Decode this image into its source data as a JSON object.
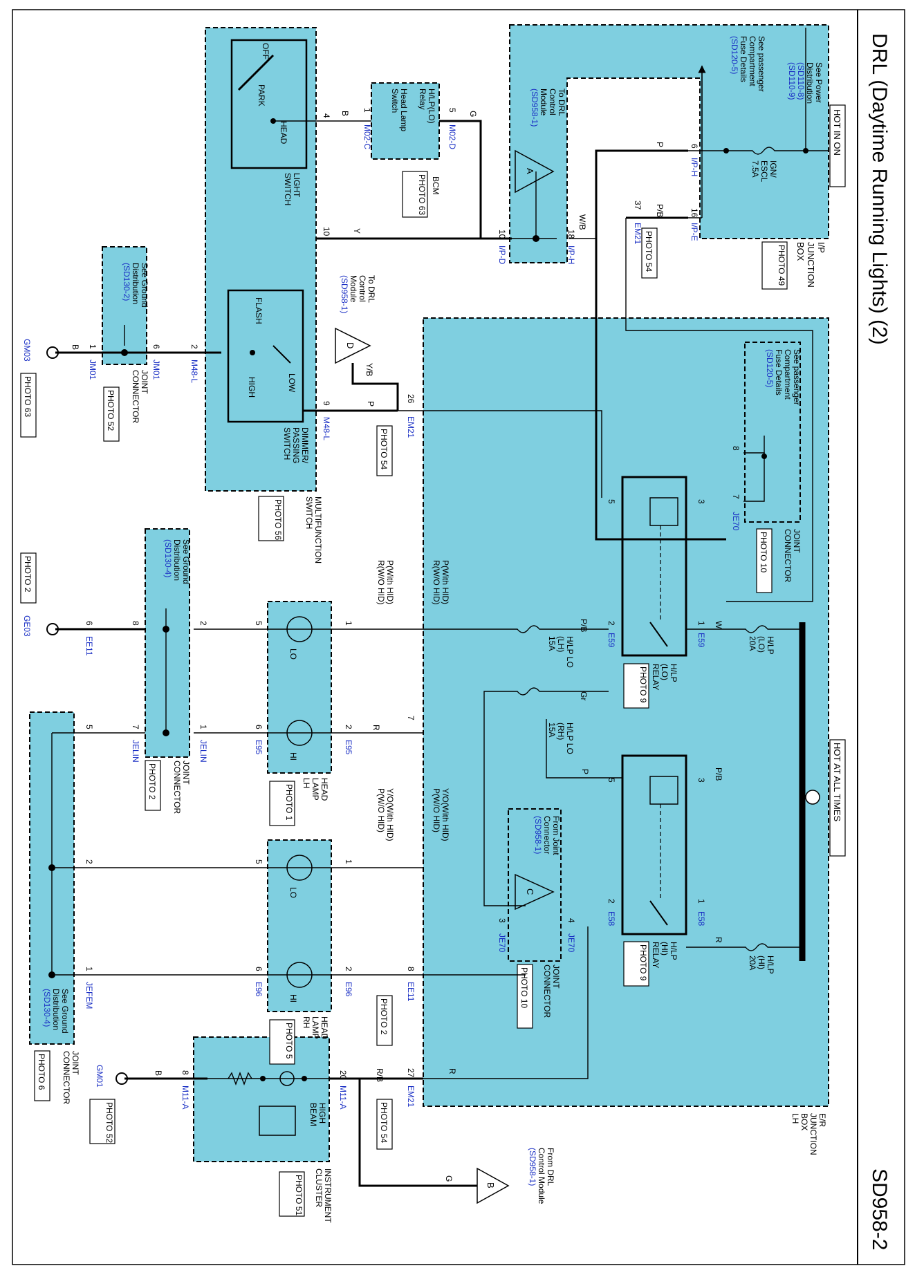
{
  "header": {
    "title": "DRL (Daytime Running Lights) (2)",
    "code": "SD958-2"
  },
  "power": {
    "hot_in_on": "HOT IN ON",
    "hot_at_all_times": "HOT AT ALL TIMES"
  },
  "ip_junction_box": {
    "title_lines": [
      "I/P",
      "JUNCTION",
      "BOX"
    ],
    "photo": "PHOTO 49",
    "power_ref_lines": [
      "See Power",
      "Distribution"
    ],
    "power_refs": [
      "(SD110-8)",
      "(SD110-9)"
    ],
    "fuse_ref_lines": [
      "See passenger",
      "Compartment",
      "Fuse Details"
    ],
    "fuse_ref": "(SD120-5)",
    "fuse_lines": [
      "IGN/",
      "ESCL",
      "7.5A"
    ],
    "pins": [
      "6",
      "16"
    ],
    "connectors": [
      "I/P-H",
      "I/P-E"
    ]
  },
  "drl_module": {
    "ref_lines": [
      "To DRL",
      "Control",
      "Module"
    ],
    "ref": "(SD958-1)",
    "symbol": "A",
    "pins": [
      "10",
      "18"
    ],
    "connectors": [
      "I/P-D",
      "I/P-H"
    ]
  },
  "bcm": {
    "lines": [
      "H/LP(LO)",
      "Relay",
      "Head Lamp",
      "Switch"
    ],
    "label": "BCM",
    "photo": "PHOTO 63",
    "pins": [
      "1",
      "5"
    ],
    "connectors": [
      "M02-C",
      "M02-D"
    ]
  },
  "light_switch": {
    "label_lines": [
      "LIGHT",
      "SWITCH"
    ],
    "positions": [
      "OFF",
      "PARK",
      "HEAD"
    ],
    "pins": [
      "4",
      "10"
    ]
  },
  "dimmer_switch": {
    "label_lines": [
      "DIMMER/",
      "PASSING",
      "SWITCH"
    ],
    "positions": [
      "FLASH",
      "LOW",
      "HIGH"
    ],
    "pins": [
      "2",
      "9"
    ],
    "connectors": [
      "M48-L",
      "M48-L"
    ]
  },
  "multifunction_switch": {
    "label_lines": [
      "MULTIFUNCTION",
      "SWITCH"
    ],
    "photo": "PHOTO 56"
  },
  "ground_gm03": {
    "ref_lines": [
      "See Ground",
      "Distribution"
    ],
    "ref": "(SD130-2)",
    "pins": [
      "1",
      "6"
    ],
    "connectors": [
      "JM01",
      "JM01"
    ],
    "ground": "GM03",
    "photo": "PHOTO 63",
    "joint_lines": [
      "JOINT",
      "CONNECTOR"
    ],
    "joint_photo": "PHOTO 52"
  },
  "em21_a": {
    "ref_lines": [
      "To DRL",
      "Control",
      "Module"
    ],
    "ref": "(SD958-1)",
    "symbol": "D",
    "pin": "26",
    "connector": "EM21",
    "photo": "PHOTO 54"
  },
  "er_junction_box": {
    "title_lines": [
      "E/R",
      "JUNCTION",
      "BOX",
      "LH"
    ],
    "fuse_ref_lines": [
      "See passenger",
      "Compartment",
      "Fuse Details"
    ],
    "fuse_ref": "(SD120-5)",
    "joint_lines": [
      "JOINT",
      "CONNECTOR"
    ],
    "joint_photo": "PHOTO 10",
    "je70_pins": [
      "8",
      "7"
    ],
    "je70": "JE70"
  },
  "lo_relay": {
    "label_lines": [
      "H/LP",
      "(LO)",
      "RELAY"
    ],
    "photo": "PHOTO 9",
    "pins": [
      "5",
      "3",
      "2",
      "1"
    ],
    "connector": "E59",
    "fuse_lines": [
      "H/LP",
      "(LO)",
      "20A"
    ],
    "wires": [
      "W",
      "P/B"
    ]
  },
  "hi_relay": {
    "label_lines": [
      "H/LP",
      "(HI)",
      "RELAY"
    ],
    "photo": "PHOTO 9",
    "pins": [
      "5",
      "3",
      "2",
      "1"
    ],
    "connector": "E58",
    "fuse_lines": [
      "H/LP",
      "(HI)",
      "20A"
    ],
    "wires": [
      "R",
      "P/B",
      "P"
    ]
  },
  "fuses": {
    "lh": [
      "H/LP LO",
      "(LH)",
      "15A"
    ],
    "rh": [
      "H/LP LO",
      "(RH)",
      "15A"
    ]
  },
  "wire_colors": {
    "g": "G",
    "b": "B",
    "y": "Y",
    "w_b": "W/B",
    "p": "P",
    "p_b": "P/B",
    "y_b": "Y/B",
    "r": "R",
    "gr": "Gr",
    "r_b": "R/B"
  },
  "headlamp_lh": {
    "label_lines": [
      "HEAD",
      "LAMP",
      "LH"
    ],
    "photo": "PHOTO 1",
    "lo": "LO",
    "hi": "HI",
    "pins": [
      "5",
      "1",
      "6",
      "2"
    ],
    "connectors": [
      "E95",
      "E95"
    ]
  },
  "headlamp_rh": {
    "label_lines": [
      "HEAD",
      "LAMP",
      "RH"
    ],
    "photo": "PHOTO 5",
    "lo": "LO",
    "hi": "HI",
    "pins": [
      "5",
      "1",
      "6",
      "2"
    ],
    "connectors": [
      "E96",
      "E96"
    ]
  },
  "wire_notes": {
    "lh_lo": [
      "P(With HID)",
      "R(W/O HID)"
    ],
    "rh_lo": [
      "Y/O(With HID)",
      "P(W/O HID)"
    ]
  },
  "ground_ge03": {
    "ref_lines": [
      "See Ground",
      "Distribution"
    ],
    "ref": "(SD130-4)",
    "pins": [
      "6",
      "8",
      "2",
      "1",
      "7"
    ],
    "connectors": [
      "EE11",
      "JELIN",
      "JELIN"
    ],
    "ground": "GE03",
    "photo": "PHOTO 2",
    "joint_lines": [
      "JOINT",
      "CONNECTOR"
    ],
    "joint_photo": "PHOTO 2"
  },
  "ground_jefem": {
    "ref_lines": [
      "See Ground",
      "Distribution"
    ],
    "ref": "(SD130-4)",
    "pins": [
      "5",
      "2",
      "1"
    ],
    "connector": "JEFEM",
    "joint_lines": [
      "JOINT",
      "CONNECTOR"
    ],
    "joint_photo": "PHOTO 6"
  },
  "je70_c": {
    "ref_lines": [
      "From Joint",
      "Connector"
    ],
    "ref": "(SD958-1)",
    "symbol": "C",
    "pins": [
      "3",
      "4"
    ],
    "connectors": [
      "JE70",
      "JE70"
    ],
    "joint_lines": [
      "JOINT",
      "CONNECTOR"
    ],
    "joint_photo": "PHOTO 10"
  },
  "ee11": {
    "pins": [
      "7",
      "8"
    ],
    "connector": "EE11",
    "photo": "PHOTO 2"
  },
  "instrument_cluster": {
    "label_lines": [
      "INSTRUMENT",
      "CLUSTER"
    ],
    "photo": "PHOTO 51",
    "beam_lines": [
      "HIGH",
      "BEAM"
    ],
    "pins": [
      "8",
      "20"
    ],
    "connectors": [
      "M11-A",
      "M11-A"
    ],
    "ground": "GM01",
    "ground_photo": "PHOTO 52"
  },
  "em21_b": {
    "pin": "27",
    "connector": "EM21",
    "photo": "PHOTO 54"
  },
  "em21_c": {
    "pin": "37",
    "connector": "EM21",
    "photo": "PHOTO 54"
  },
  "drl_b": {
    "ref_lines": [
      "From DRL",
      "Control Module"
    ],
    "ref": "(SD958-1)",
    "symbol": "B"
  }
}
